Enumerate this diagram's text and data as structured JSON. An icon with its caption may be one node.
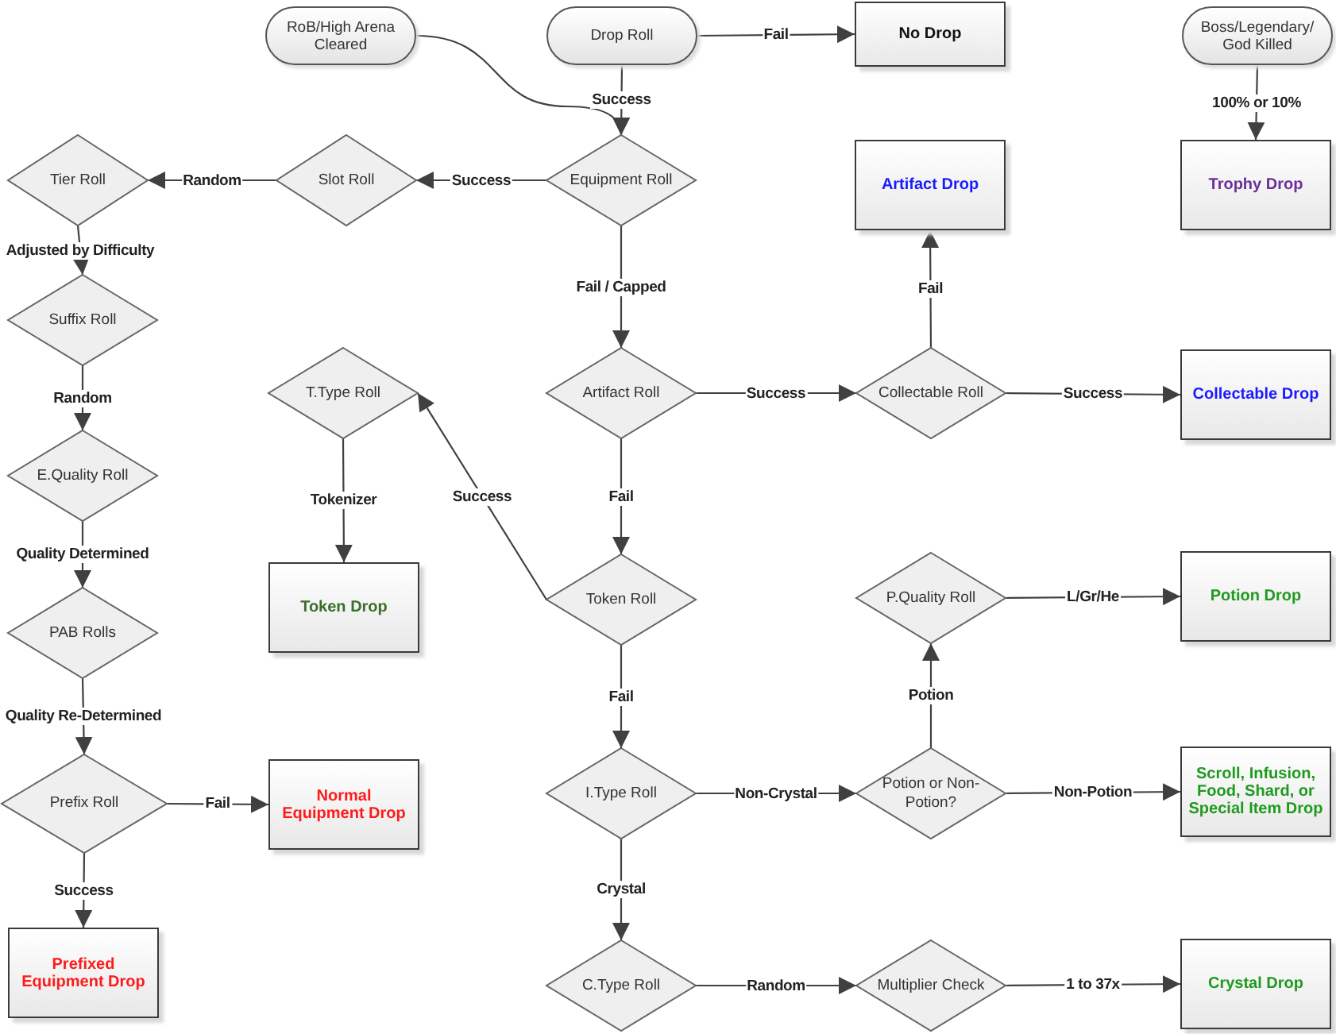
{
  "diagram": {
    "nodes": [
      {
        "text": [
          "RoB/High Arena Cleared"
        ]
      },
      {
        "text": [
          "Drop Roll"
        ]
      },
      {
        "text": [
          "No Drop"
        ]
      },
      {
        "text": [
          "Boss/Legendary/ God Killed"
        ]
      },
      {
        "text": [
          "Tier Roll"
        ]
      },
      {
        "text": [
          "Slot Roll"
        ]
      },
      {
        "text": [
          "Equipment Roll"
        ]
      },
      {
        "text": [
          "Artifact Drop"
        ]
      },
      {
        "text": [
          "Trophy Drop"
        ]
      },
      {
        "text": [
          "Suffix Roll"
        ]
      },
      {
        "text": [
          "T.Type Roll"
        ]
      },
      {
        "text": [
          "Artifact Roll"
        ]
      },
      {
        "text": [
          "Collectable Roll"
        ]
      },
      {
        "text": [
          "Collectable Drop"
        ]
      },
      {
        "text": [
          "E.Quality Roll"
        ]
      },
      {
        "text": [
          "Token Drop"
        ]
      },
      {
        "text": [
          "Token Roll"
        ]
      },
      {
        "text": [
          "P.Quality Roll"
        ]
      },
      {
        "text": [
          "Potion Drop"
        ]
      },
      {
        "text": [
          "PAB Rolls"
        ]
      },
      {
        "text": [
          "Prefix Roll"
        ]
      },
      {
        "text": [
          "Normal Equipment Drop"
        ]
      },
      {
        "text": [
          "I.Type Roll"
        ]
      },
      {
        "text": [
          "Potion or Non-Potion?"
        ]
      },
      {
        "text": [
          "Scroll, Infusion, Food, Shard, or Special Item Drop"
        ]
      },
      {
        "text": [
          "Prefixed Equipment Drop"
        ]
      },
      {
        "text": [
          "C.Type Roll"
        ]
      },
      {
        "text": [
          "Multiplier Check"
        ]
      },
      {
        "text": [
          "Crystal Drop"
        ]
      }
    ],
    "edges": [
      {
        "from": 1,
        "to": 2,
        "arrow": "to",
        "label": "Fail"
      },
      {
        "from": 1,
        "to": 6,
        "arrow": "to",
        "label": "Success"
      },
      {
        "from": 0,
        "to": 6,
        "arrow": "to"
      },
      {
        "from": 3,
        "to": 8,
        "arrow": "to",
        "label": "100% or 10%"
      },
      {
        "from": 6,
        "to": 5,
        "arrow": "to",
        "label": "Success"
      },
      {
        "from": 5,
        "to": 4,
        "arrow": "to",
        "label": "Random"
      },
      {
        "from": 4,
        "to": 9,
        "arrow": "to",
        "label": "Adjusted by Difficulty"
      },
      {
        "from": 9,
        "to": 14,
        "arrow": "to",
        "label": "Random"
      },
      {
        "from": 14,
        "to": 19,
        "arrow": "to",
        "label": "Quality Determined"
      },
      {
        "from": 19,
        "to": 20,
        "arrow": "to",
        "label": "Quality Re-Determined"
      },
      {
        "from": 20,
        "to": 21,
        "arrow": "to",
        "label": "Fail"
      },
      {
        "from": 20,
        "to": 25,
        "arrow": "to",
        "label": "Success"
      },
      {
        "from": 6,
        "to": 11,
        "arrow": "to",
        "label": "Fail / Capped"
      },
      {
        "from": 11,
        "to": 12,
        "arrow": "to",
        "label": "Success"
      },
      {
        "from": 12,
        "to": 7,
        "arrow": "to",
        "label": "Fail"
      },
      {
        "from": 12,
        "to": 13,
        "arrow": "to",
        "label": "Success"
      },
      {
        "from": 11,
        "to": 16,
        "arrow": "to",
        "label": "Fail"
      },
      {
        "from": 16,
        "to": 10,
        "arrow": "to",
        "label": "Success"
      },
      {
        "from": 10,
        "to": 15,
        "arrow": "to",
        "label": "Tokenizer"
      },
      {
        "from": 16,
        "to": 22,
        "arrow": "to",
        "label": "Fail"
      },
      {
        "from": 22,
        "to": 23,
        "arrow": "to",
        "label": "Non-Crystal"
      },
      {
        "from": 23,
        "to": 17,
        "arrow": "to",
        "label": "Potion"
      },
      {
        "from": 17,
        "to": 18,
        "arrow": "to",
        "label": "L/Gr/He"
      },
      {
        "from": 23,
        "to": 24,
        "arrow": "to",
        "label": "Non-Potion"
      },
      {
        "from": 22,
        "to": 26,
        "arrow": "to",
        "label": "Crystal"
      },
      {
        "from": 26,
        "to": 27,
        "arrow": "to",
        "label": "Random"
      },
      {
        "from": 27,
        "to": 28,
        "arrow": "to",
        "label": "1 to 37x"
      }
    ]
  }
}
